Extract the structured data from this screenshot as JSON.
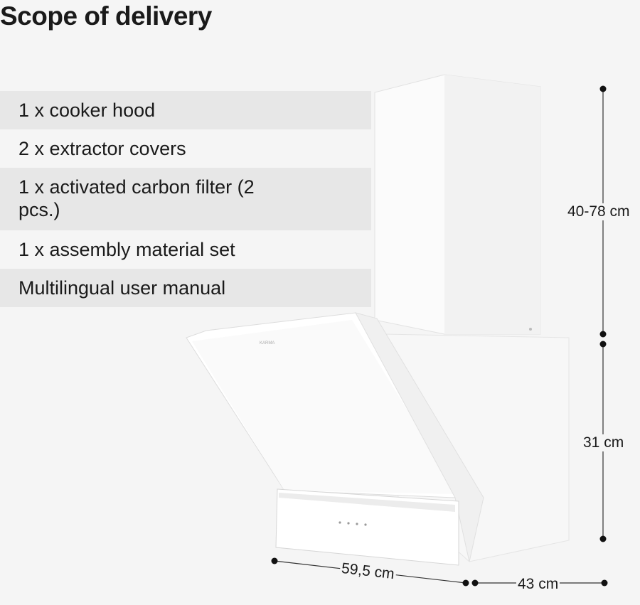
{
  "title": "Scope of delivery",
  "items": [
    {
      "text": "1 x cooker hood"
    },
    {
      "text": "2 x extractor covers"
    },
    {
      "text": "1 x activated carbon filter (2 pcs.)"
    },
    {
      "text": "1 x assembly material set"
    },
    {
      "text": "Multilingual user manual"
    }
  ],
  "dimensions": {
    "chimney_height": "40-78 cm",
    "hood_height": "31 cm",
    "width": "59,5 cm",
    "depth": "43 cm"
  },
  "brand_mark": "KARMA"
}
